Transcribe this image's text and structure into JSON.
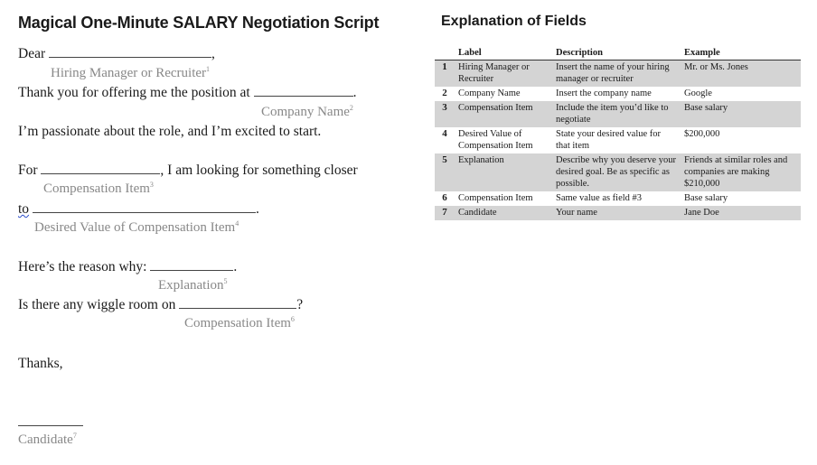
{
  "left": {
    "title": "Magical One-Minute SALARY Negotiation Script",
    "dear": "Dear",
    "comma": ",",
    "hiring_manager": "Hiring Manager or Recruiter",
    "sup1": "1",
    "thank_you": "Thank you for offering me the position at",
    "period": ".",
    "company_name": "Company Name",
    "sup2": "2",
    "passionate": "I’m passionate about the role, and I’m excited to start.",
    "for": "For",
    "looking": ", I am looking for something closer",
    "compensation_item_3": "Compensation Item",
    "sup3": "3",
    "to": "to",
    "desired_value": "Desired Value of Compensation Item",
    "sup4": "4",
    "reason": "Here’s the reason why:",
    "explanation": "Explanation",
    "sup5": "5",
    "wiggle": "Is there any wiggle room on",
    "question": "?",
    "compensation_item_6": "Compensation Item",
    "sup6": "6",
    "thanks": "Thanks,",
    "candidate": "Candidate",
    "sup7": "7"
  },
  "right": {
    "title": "Explanation of Fields",
    "headers": {
      "label": "Label",
      "description": "Description",
      "example": "Example"
    },
    "rows": [
      {
        "num": "1",
        "label": "Hiring Manager or Recruiter",
        "description": "Insert the name of your hiring manager or recruiter",
        "example": "Mr. or Ms. Jones"
      },
      {
        "num": "2",
        "label": "Company Name",
        "description": "Insert the company name",
        "example": "Google"
      },
      {
        "num": "3",
        "label": "Compensation Item",
        "description": "Include the item you’d like to negotiate",
        "example": "Base salary"
      },
      {
        "num": "4",
        "label": "Desired Value of Compensation Item",
        "description": "State your desired value for that item",
        "example": "$200,000"
      },
      {
        "num": "5",
        "label": "Explanation",
        "description": "Describe why you deserve your desired goal. Be as specific as possible.",
        "example": "Friends at similar roles and companies are making $210,000"
      },
      {
        "num": "6",
        "label": "Compensation Item",
        "description": "Same value as field #3",
        "example": "Base salary"
      },
      {
        "num": "7",
        "label": "Candidate",
        "description": "Your name",
        "example": "Jane Doe"
      }
    ]
  }
}
